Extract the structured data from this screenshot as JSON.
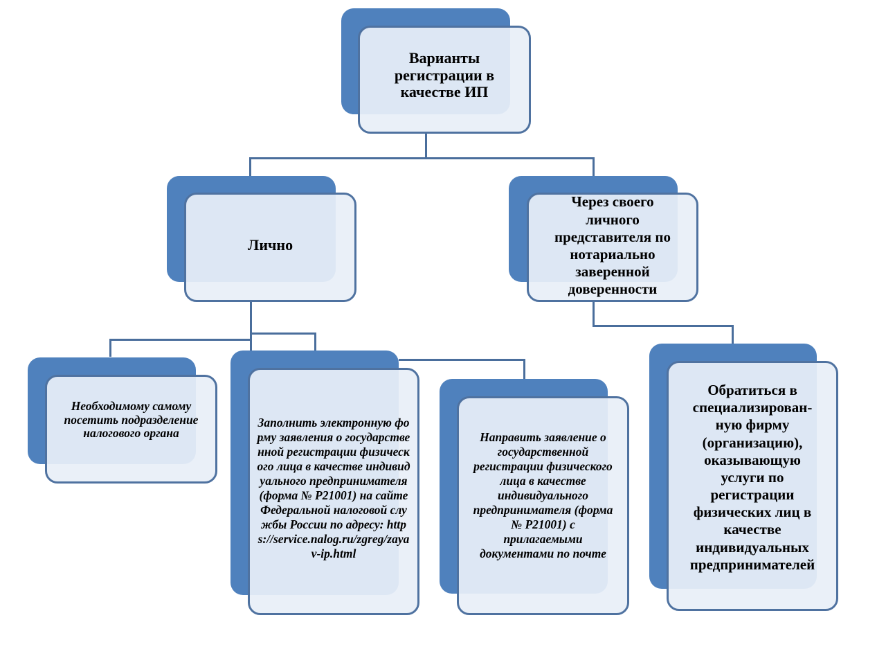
{
  "diagram": {
    "root": {
      "text": "Варианты регистрации в качестве ИП"
    },
    "level1": [
      {
        "id": "personally",
        "text": "Лично"
      },
      {
        "id": "representative",
        "text": "Через своего личного представителя по нотариально заверенной доверенности"
      }
    ],
    "level2": [
      {
        "id": "visit",
        "parent": "personally",
        "text": "Необходимому самому посетить подразделение налогового органа"
      },
      {
        "id": "online",
        "parent": "personally",
        "text": "Заполнить электронную форму заявления  о государственной регистрации физического лица в качестве индивидуального предпринимателя (форма № Р21001) на сайте Федеральной налоговой службы России по адресу: https://service.nalog.ru/zgreg/zayav-ip.html"
      },
      {
        "id": "mail",
        "parent": "online",
        "text": "Направить заявление о государственной регистрации физического лица в качестве индивидуального предпринимателя (форма № Р21001) с прилагаемыми документами по почте"
      },
      {
        "id": "firm",
        "parent": "representative",
        "text": "Обратиться в специализирован-ную фирму (организацию), оказывающую услуги по регистрации физических лиц в качестве индивидуальных предпринимателей"
      }
    ]
  },
  "colors": {
    "back_panel": "#4f81bd",
    "front_card": "#e8eff8",
    "border": "#4f72a0",
    "connector": "#4a6e9c"
  }
}
